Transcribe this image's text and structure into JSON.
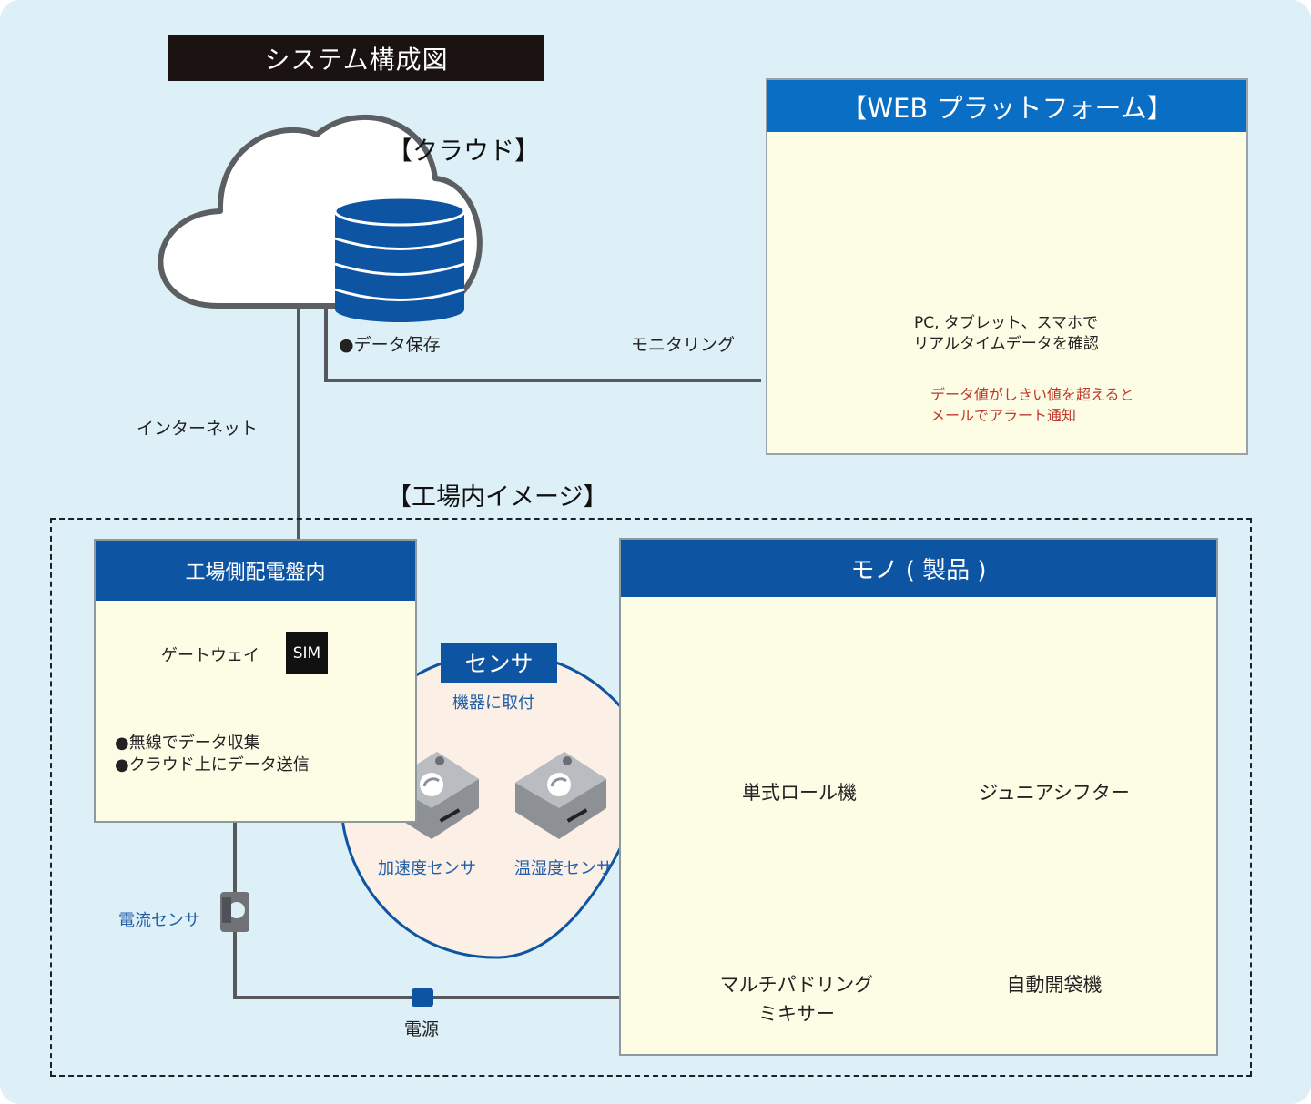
{
  "title": "システム構成図",
  "cloud": {
    "title": "【クラウド】",
    "storage_label": "●データ保存"
  },
  "links": {
    "internet": "インターネット",
    "monitoring": "モニタリング",
    "power": "電源",
    "current_sensor": "電流センサ"
  },
  "web": {
    "header": "【WEB プラットフォーム】",
    "devices_line1": "PC, タブレット、スマホで",
    "devices_line2": "リアルタイムデータを確認",
    "alert_line1": "データ値がしきい値を超えると",
    "alert_line2": "メールでアラート通知"
  },
  "factory": {
    "title": "【工場内イメージ】",
    "panel": {
      "header": "工場側配電盤内",
      "gateway": "ゲートウェイ",
      "sim": "SIM",
      "bullet1": "●無線でデータ収集",
      "bullet2": "●クラウド上にデータ送信"
    },
    "sensor": {
      "tag": "センサ",
      "attach": "機器に取付",
      "accel": "加速度センサ",
      "humid": "温湿度センサ"
    },
    "products": {
      "header": "モノ ( 製品 )",
      "item1": "単式ロール機",
      "item2": "ジュニアシフター",
      "item3_line1": "マルチパドリング",
      "item3_line2": "ミキサー",
      "item4": "自動開袋機"
    }
  },
  "colors": {
    "background": "#ddeff7",
    "header_blue": "#0d54a3",
    "web_blue": "#0b6ec5",
    "box_fill": "#fdfde6",
    "alert_red": "#c0392b",
    "sensor_bubble": "#fbefe6"
  },
  "icons": [
    "cloud-icon",
    "database-icon",
    "monitor-icon",
    "tablet-icon",
    "smartphone-icon",
    "mail-icon",
    "wifi-icon",
    "sensor-device-icon",
    "current-clamp-icon",
    "power-connector-icon"
  ]
}
